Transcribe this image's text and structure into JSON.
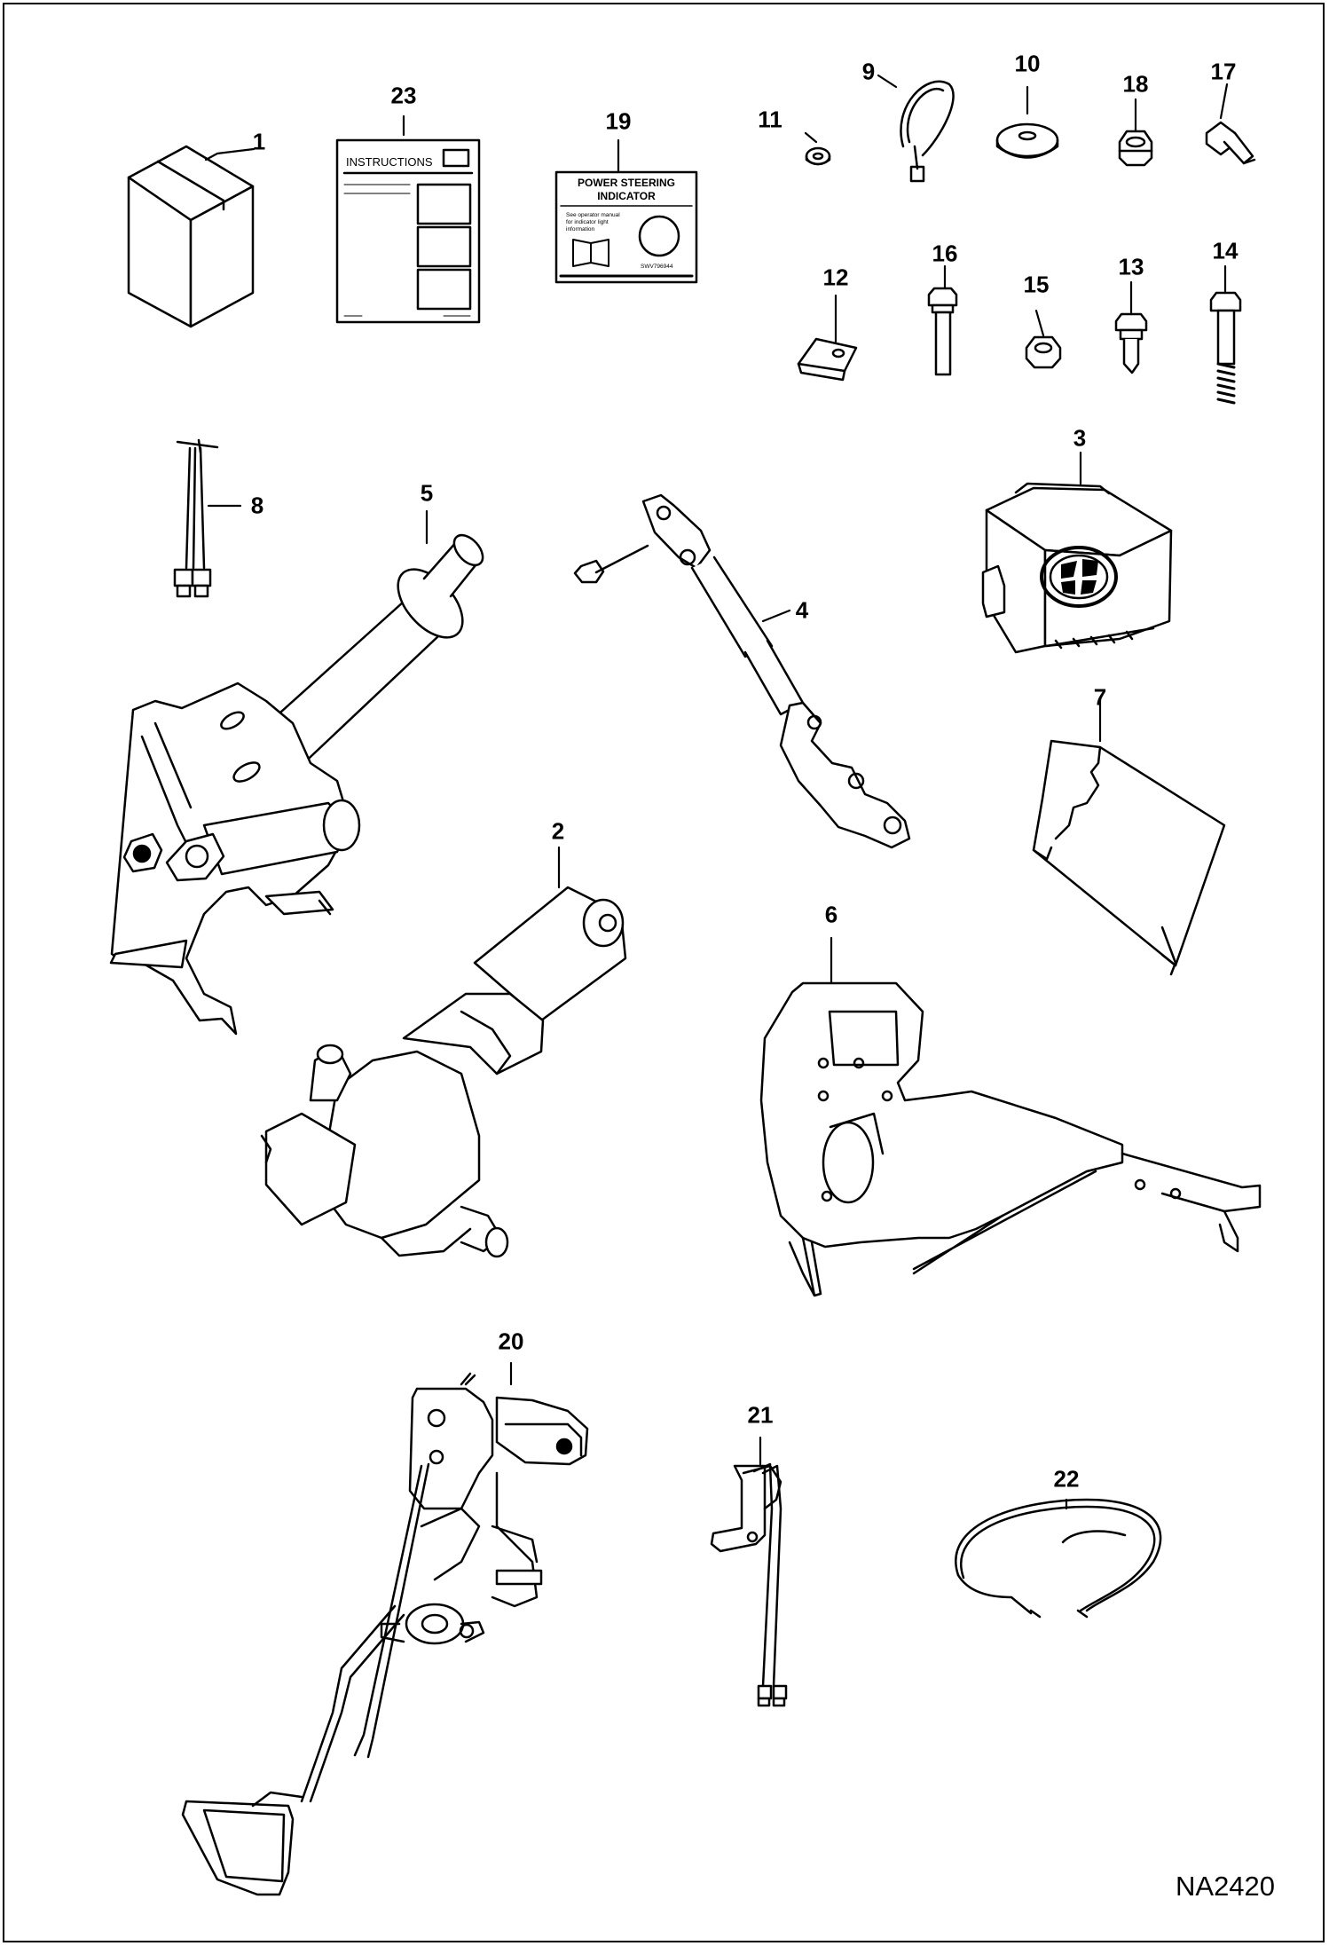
{
  "diagram_code": "NA2420",
  "callouts": [
    {
      "id": "c1",
      "text": "1"
    },
    {
      "id": "c2",
      "text": "2"
    },
    {
      "id": "c3",
      "text": "3"
    },
    {
      "id": "c4",
      "text": "4"
    },
    {
      "id": "c5",
      "text": "5"
    },
    {
      "id": "c6",
      "text": "6"
    },
    {
      "id": "c7",
      "text": "7"
    },
    {
      "id": "c8",
      "text": "8"
    },
    {
      "id": "c9",
      "text": "9"
    },
    {
      "id": "c10",
      "text": "10"
    },
    {
      "id": "c11",
      "text": "11"
    },
    {
      "id": "c12",
      "text": "12"
    },
    {
      "id": "c13",
      "text": "13"
    },
    {
      "id": "c14",
      "text": "14"
    },
    {
      "id": "c15",
      "text": "15"
    },
    {
      "id": "c16",
      "text": "16"
    },
    {
      "id": "c17",
      "text": "17"
    },
    {
      "id": "c18",
      "text": "18"
    },
    {
      "id": "c19",
      "text": "19"
    },
    {
      "id": "c20",
      "text": "20"
    },
    {
      "id": "c21",
      "text": "21"
    },
    {
      "id": "c22",
      "text": "22"
    },
    {
      "id": "c23",
      "text": "23"
    }
  ],
  "instructions_sheet": {
    "header": "INSTRUCTIONS"
  },
  "decal": {
    "title_line1": "POWER STEERING",
    "title_line2": "INDICATOR",
    "note_line1": "See operator manual",
    "note_line2": "for indicator light",
    "note_line3": "information",
    "part_no": "SWV796944"
  }
}
